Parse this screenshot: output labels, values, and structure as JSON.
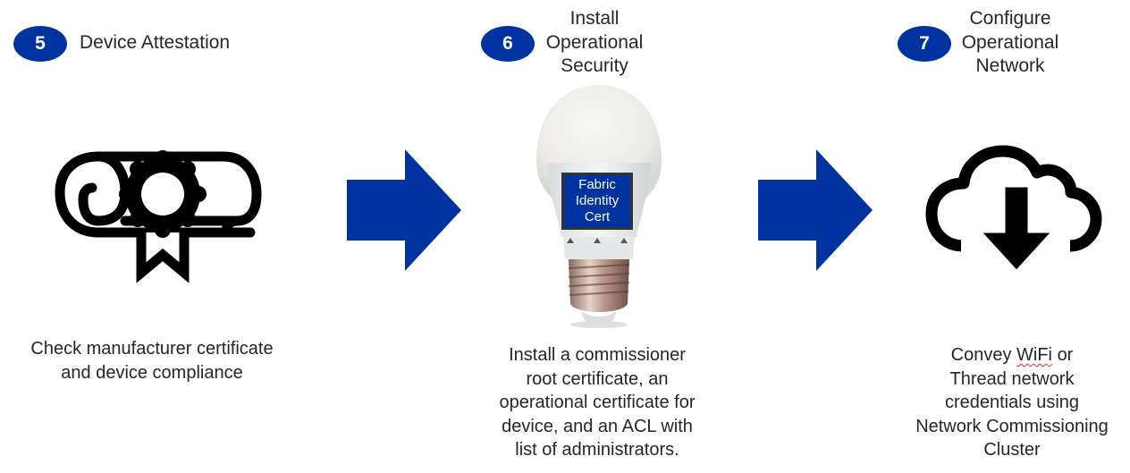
{
  "colors": {
    "accent": "#0033a0",
    "text": "#262626",
    "icon": "#000000"
  },
  "steps": [
    {
      "number": "5",
      "title_lines": [
        "Device Attestation"
      ],
      "icon": "certificate-scroll-icon",
      "description_lines": [
        "Check manufacturer certificate",
        "and device compliance"
      ]
    },
    {
      "number": "6",
      "title_lines": [
        "Install",
        "Operational",
        "Security"
      ],
      "icon": "light-bulb-icon",
      "bulb_label_lines": [
        "Fabric",
        "Identity",
        "Cert"
      ],
      "description_lines": [
        "Install a commissioner",
        "root certificate, an",
        "operational certificate for",
        "device, and an ACL with",
        "list of administrators."
      ]
    },
    {
      "number": "7",
      "title_lines": [
        "Configure",
        "Operational",
        "Network"
      ],
      "icon": "cloud-download-icon",
      "description_lines": [
        "Convey",
        "WiFi",
        "or",
        "Thread network",
        "credentials using",
        "Network Commissioning",
        "Cluster"
      ]
    }
  ],
  "arrows": [
    "right-arrow-icon",
    "right-arrow-icon"
  ]
}
